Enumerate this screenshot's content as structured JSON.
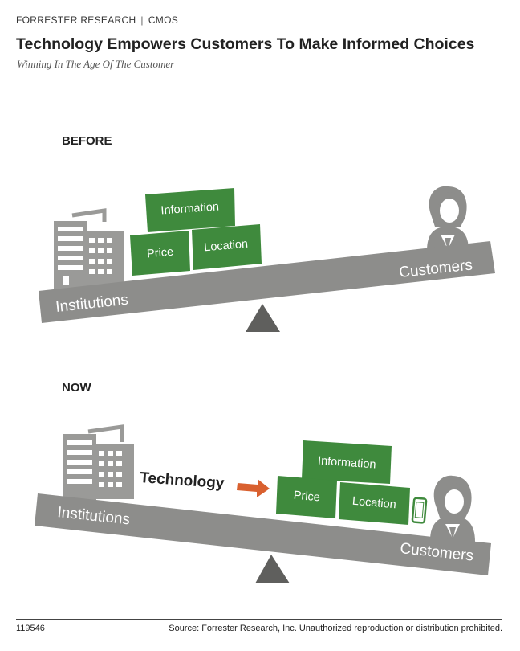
{
  "header": {
    "publisher": "FORRESTER RESEARCH",
    "separator": "|",
    "role": "CMOS",
    "title": "Technology Empowers Customers To Make Informed Choices",
    "subtitle": "Winning In The Age Of The Customer"
  },
  "panels": [
    {
      "label": "BEFORE",
      "left_label": "Institutions",
      "right_label": "Customers",
      "blocks": [
        "Information",
        "Price",
        "Location"
      ]
    },
    {
      "label": "NOW",
      "left_label": "Institutions",
      "right_label": "Customers",
      "connector": "Technology",
      "blocks": [
        "Information",
        "Price",
        "Location"
      ]
    }
  ],
  "footer": {
    "id": "119546",
    "source": "Source: Forrester Research, Inc. Unauthorized reproduction or distribution prohibited."
  },
  "colors": {
    "beam": "#8d8d8b",
    "block": "#3f8a3d",
    "fulcrum": "#5f5f5d",
    "building": "#9a9a98",
    "person": "#8d8d8b",
    "arrow": "#d9602f"
  },
  "icons": [
    "building-icon",
    "customer-person-icon",
    "smartphone-icon",
    "arrow-right-icon",
    "fulcrum-triangle"
  ]
}
